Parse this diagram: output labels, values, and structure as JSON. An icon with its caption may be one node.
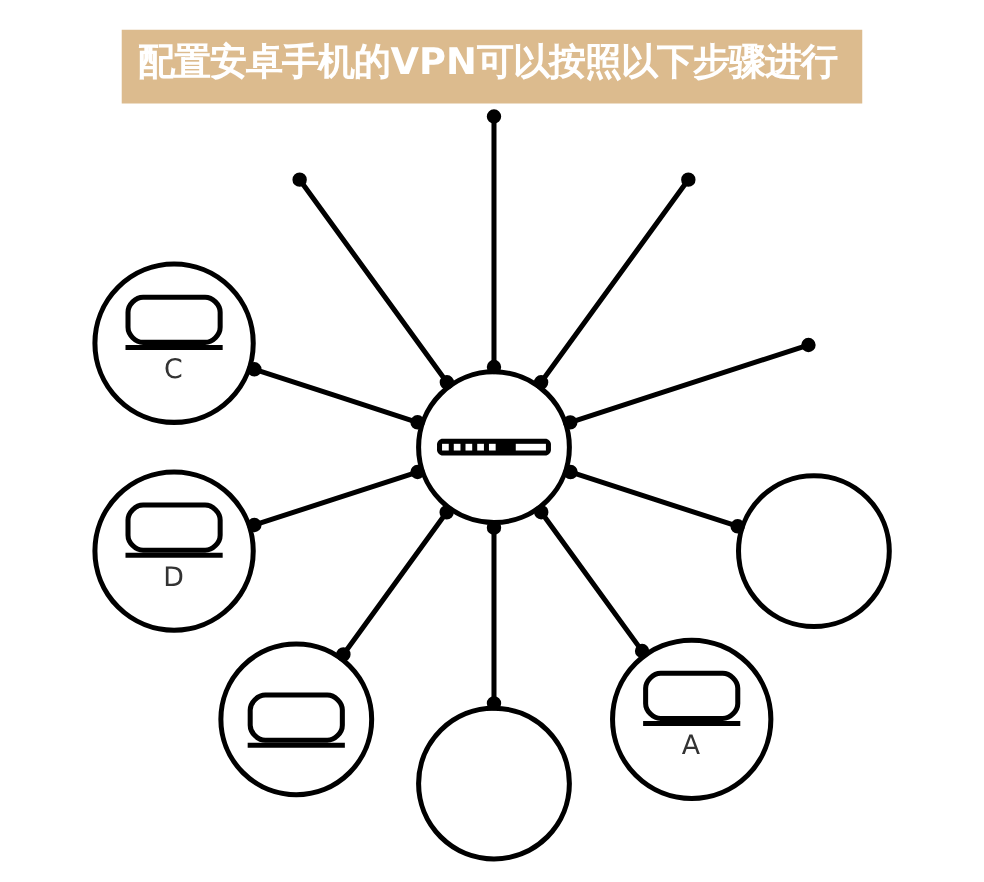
{
  "diagram": {
    "title": "配置安卓手机的VPN可以按照以下步骤进行",
    "nodes": [
      {
        "text": [],
        "shape": "circle"
      },
      {
        "text": [
          "C"
        ]
      },
      {
        "text": [
          "D"
        ]
      },
      {
        "text": [],
        "shape": "circle"
      },
      {
        "text": [],
        "shape": "circle"
      },
      {
        "text": [
          "A"
        ]
      },
      {
        "text": [],
        "shape": "circle"
      }
    ],
    "edges": [
      {
        "from": 3,
        "to": 0,
        "arrow": "other"
      },
      {
        "from": 1,
        "to": 0,
        "arrow": "other"
      },
      {
        "from": 2,
        "to": 0,
        "arrow": "other"
      },
      {
        "from": 4,
        "to": 0,
        "arrow": "other"
      },
      {
        "from": 5,
        "to": 0,
        "arrow": "other"
      },
      {
        "from": 0,
        "to": null,
        "arrow": "other"
      },
      {
        "from": 6,
        "to": 0,
        "arrow": "other"
      },
      {
        "from": 0,
        "to": null,
        "arrow": "other"
      },
      {
        "from": 0,
        "to": null,
        "arrow": "other"
      },
      {
        "from": 0,
        "to": null,
        "arrow": "other"
      }
    ]
  }
}
